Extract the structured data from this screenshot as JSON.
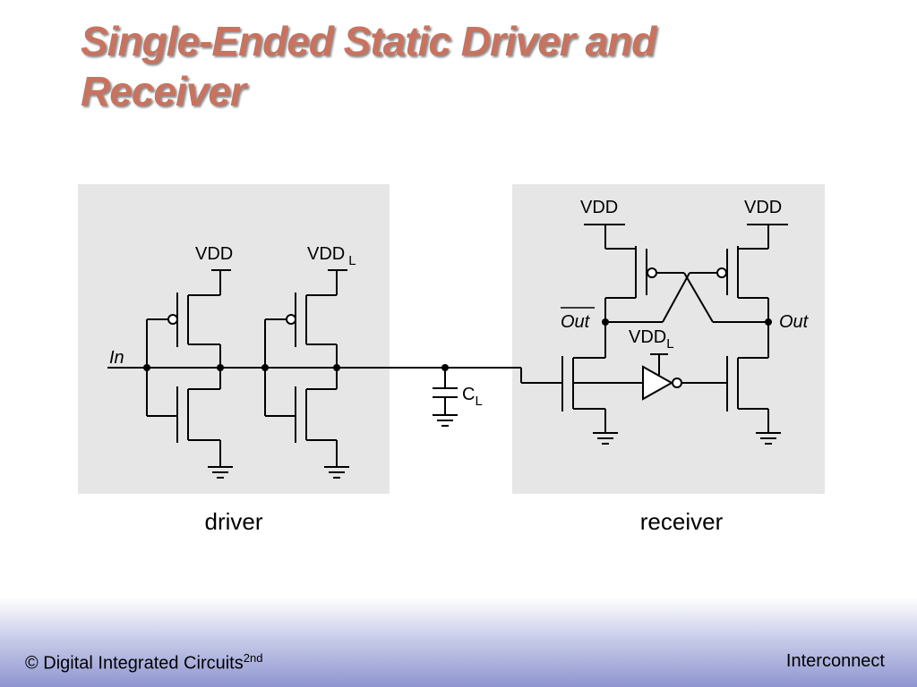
{
  "slide": {
    "title": "Single-Ended Static Driver and Receiver"
  },
  "diagram": {
    "driver_caption": "driver",
    "receiver_caption": "receiver",
    "labels": {
      "vdd_driver": "VDD",
      "vddl_driver_main": "VDD",
      "vddl_driver_sub": "L",
      "input": "In",
      "cap_main": "C",
      "cap_sub": "L",
      "vdd_receiver_left": "VDD",
      "vdd_receiver_right": "VDD",
      "out_bar": "Out",
      "out": "Out",
      "vddl_receiver_main": "VDD",
      "vddl_receiver_sub": "L"
    }
  },
  "footer": {
    "left_text": "© Digital Integrated Circuits",
    "left_superscript": "2nd",
    "right_text": "Interconnect"
  }
}
